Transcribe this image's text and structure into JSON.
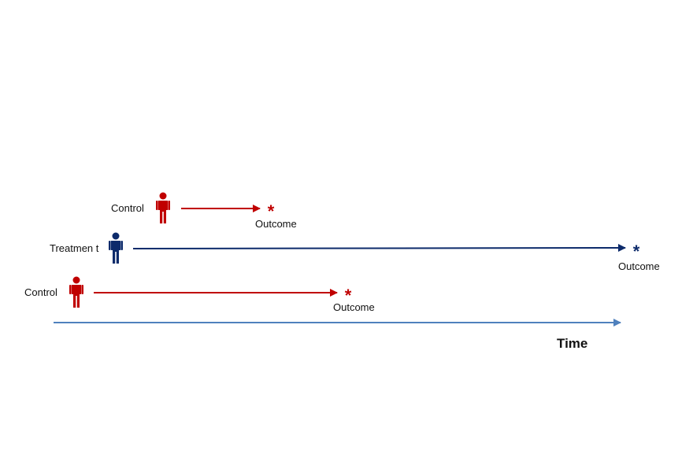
{
  "colors": {
    "control": "#c00000",
    "treatment": "#0d2b6b",
    "time_axis": "#4f81bd",
    "text": "#111111"
  },
  "rows": [
    {
      "group": "control",
      "label": "Control",
      "icon": "person-icon",
      "end_marker": "asterisk-icon",
      "outcome_label": "Outcome"
    },
    {
      "group": "treatment",
      "label": "Treatmen t",
      "icon": "person-icon",
      "end_marker": "asterisk-icon",
      "outcome_label": "Outcome"
    },
    {
      "group": "control",
      "label": "Control",
      "icon": "person-icon",
      "end_marker": "asterisk-icon",
      "outcome_label": "Outcome"
    }
  ],
  "time_axis": {
    "label": "Time"
  }
}
